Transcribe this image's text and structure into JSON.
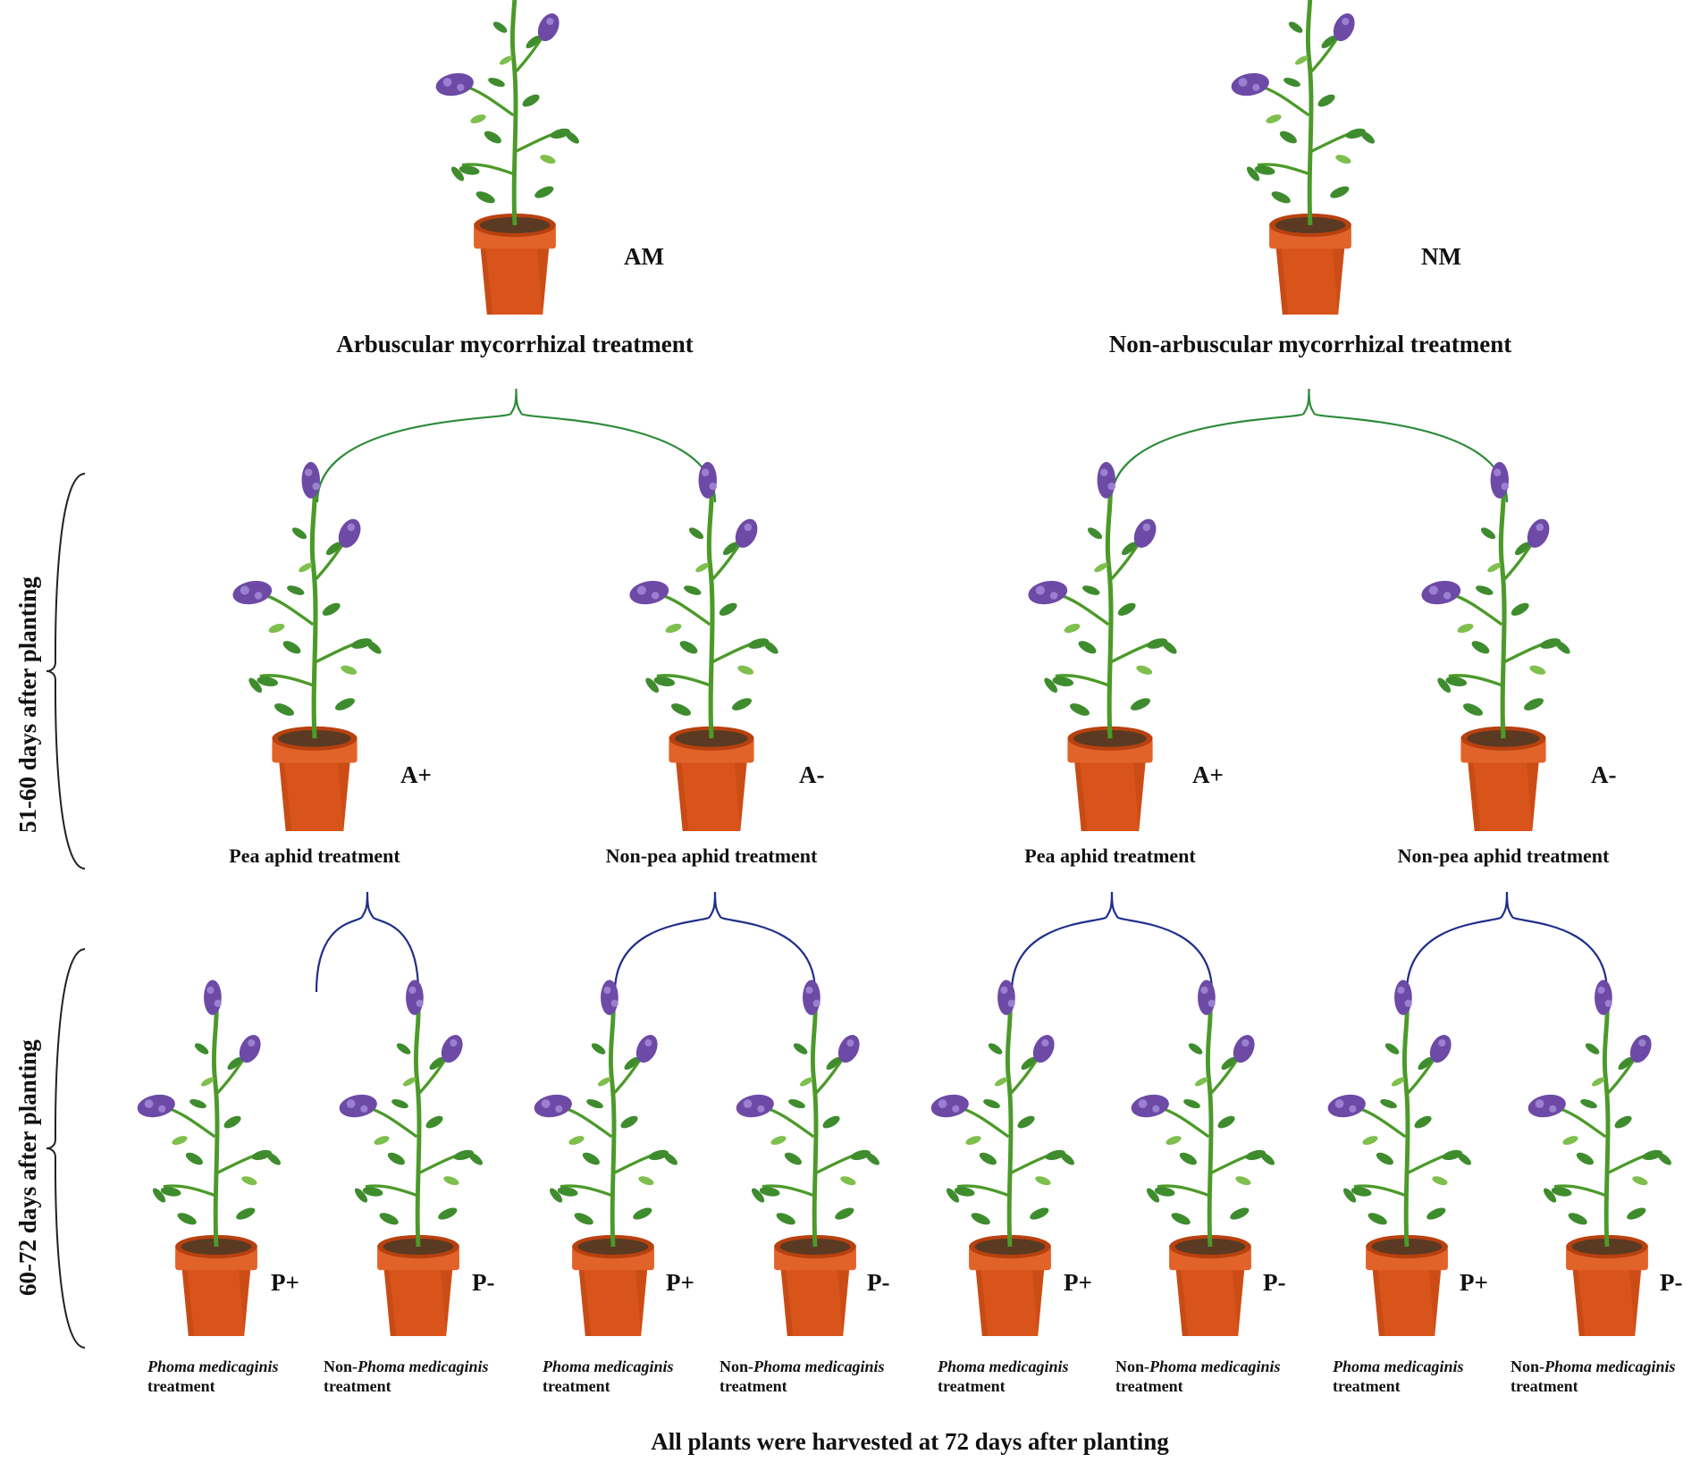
{
  "level1": [
    {
      "code": "AM",
      "title": "Arbuscular mycorrhizal treatment"
    },
    {
      "code": "NM",
      "title": "Non-arbuscular mycorrhizal treatment"
    }
  ],
  "level2": [
    {
      "code": "A+",
      "title": "Pea aphid treatment"
    },
    {
      "code": "A-",
      "title": "Non-pea aphid treatment"
    },
    {
      "code": "A+",
      "title": "Pea aphid treatment"
    },
    {
      "code": "A-",
      "title": "Non-pea aphid treatment"
    }
  ],
  "level3": [
    {
      "code": "P+",
      "prefix": "",
      "species": "Phoma medicaginis",
      "suffix": "treatment"
    },
    {
      "code": "P-",
      "prefix": "Non-",
      "species": "Phoma medicaginis",
      "suffix": "treatment"
    },
    {
      "code": "P+",
      "prefix": "",
      "species": "Phoma medicaginis",
      "suffix": "treatment"
    },
    {
      "code": "P-",
      "prefix": "Non-",
      "species": "Phoma medicaginis",
      "suffix": "treatment"
    },
    {
      "code": "P+",
      "prefix": "",
      "species": "Phoma medicaginis",
      "suffix": "treatment"
    },
    {
      "code": "P-",
      "prefix": "Non-",
      "species": "Phoma medicaginis",
      "suffix": "treatment"
    },
    {
      "code": "P+",
      "prefix": "",
      "species": "Phoma medicaginis",
      "suffix": "treatment"
    },
    {
      "code": "P-",
      "prefix": "Non-",
      "species": "Phoma medicaginis",
      "suffix": "treatment"
    }
  ],
  "side_labels": {
    "upper": "51-60 days after planting",
    "lower": "60-72 days after planting"
  },
  "footer": "All plants were harvested at 72 days after planting",
  "colors": {
    "pot": "#d9541b",
    "pot_dark": "#b8410f",
    "pot_rim": "#e2632a",
    "soil": "#5a3a22",
    "stem": "#4c9a2a",
    "leaf": "#3e8c2e",
    "leaf_light": "#7fbf4d",
    "flower": "#6d4aa6",
    "flower_light": "#9b7fd0",
    "bracket_green": "#2e8b3a",
    "bracket_blue": "#1f2f8a",
    "bracket_black": "#222222"
  }
}
